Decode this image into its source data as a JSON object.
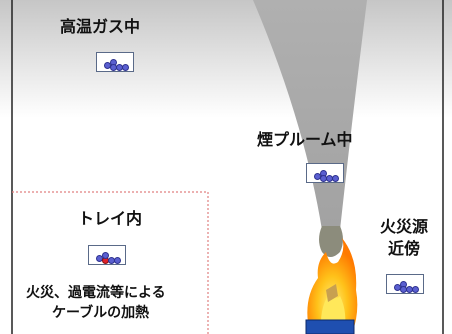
{
  "labels": {
    "hot_gas": "高温ガス中",
    "smoke_plume": "煙プルーム中",
    "near_fire_line1": "火災源",
    "near_fire_line2": "近傍",
    "tray": "トレイ内",
    "tray_desc_line1": "火災、過電流等による",
    "tray_desc_line2": "ケーブルの加熱"
  },
  "colors": {
    "hot_gas_layer_top": "#c8c8c8",
    "hot_gas_layer_bottom": "#ffffff",
    "plume": "#a9a9a9",
    "smoke_near_fire": "#8a8a7a",
    "flame_outer": "#ff9a00",
    "flame_inner": "#ffe14a",
    "fire_source_block": "#1f4fb0",
    "tray_border": "#e08080",
    "sample_box_border": "#5a6a88",
    "sample_dot": "#5a5fd0",
    "heated_dot": "#e0202a"
  },
  "icons": [
    "sample-box-icon",
    "flame-icon",
    "fire-source-icon"
  ]
}
